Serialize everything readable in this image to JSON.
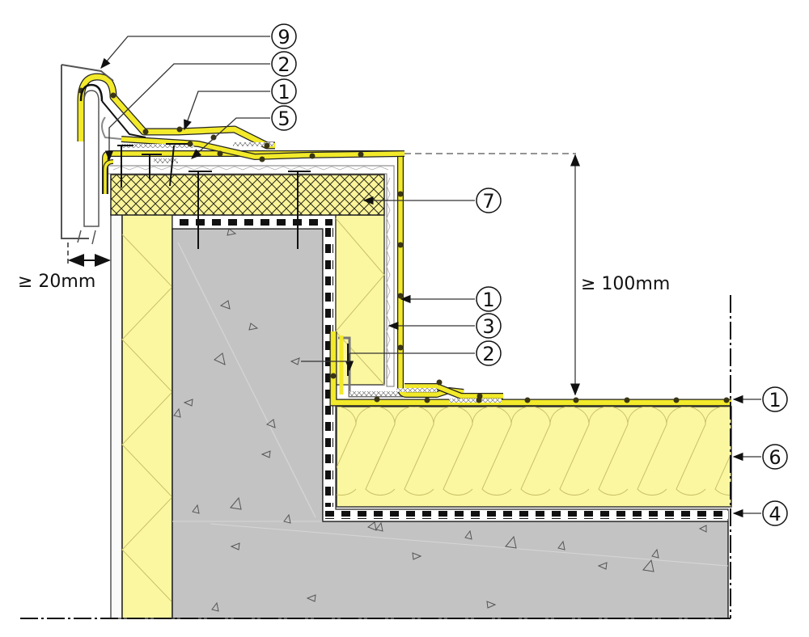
{
  "diagram": {
    "title": "Parapet / roof edge detail section",
    "colors": {
      "membrane_yellow": "#f2ea2a",
      "insulation_yellow": "#fbf7a0",
      "concrete_grey": "#c3c3c3",
      "outline": "#1a1a1a",
      "dot": "#3a3514"
    },
    "callouts_top": [
      {
        "id": "callout-9",
        "number": "9"
      },
      {
        "id": "callout-2-top",
        "number": "2"
      },
      {
        "id": "callout-1-top",
        "number": "1"
      },
      {
        "id": "callout-5",
        "number": "5"
      }
    ],
    "callouts_middle": [
      {
        "id": "callout-7",
        "number": "7"
      },
      {
        "id": "callout-1-mid",
        "number": "1"
      },
      {
        "id": "callout-3",
        "number": "3"
      },
      {
        "id": "callout-2-mid",
        "number": "2"
      }
    ],
    "callouts_right": [
      {
        "id": "callout-1-right",
        "number": "1"
      },
      {
        "id": "callout-6",
        "number": "6"
      },
      {
        "id": "callout-4",
        "number": "4"
      }
    ],
    "dimensions": {
      "coping_gap": "≥ 20mm",
      "upstand_height": "≥ 100mm"
    }
  }
}
